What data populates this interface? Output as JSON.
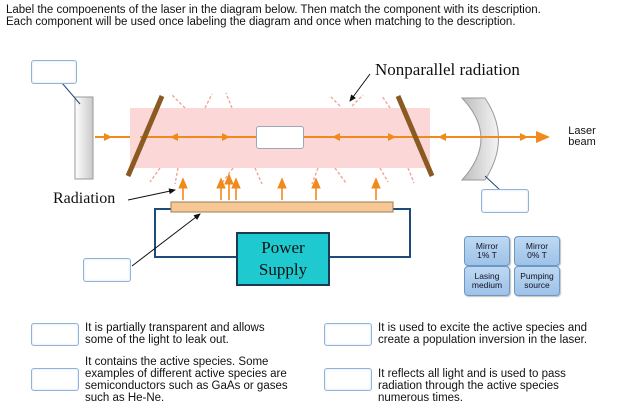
{
  "instructions": {
    "line1": "Label the compoenents of the laser in the diagram below. Then match the component with its description.",
    "line2": "Each component will be used once labeling the diagram and once when matching to the description."
  },
  "diagram_labels": {
    "nonparallel": "Nonparallel radiation",
    "radiation": "Radiation",
    "laser_beam_line1": "Laser",
    "laser_beam_line2": "beam",
    "power_line1": "Power",
    "power_line2": "Supply"
  },
  "answer_chips": [
    {
      "line1": "Mirror",
      "line2": "1% T"
    },
    {
      "line1": "Mirror",
      "line2": "0% T"
    },
    {
      "line1": "Lasing",
      "line2": "medium"
    },
    {
      "line1": "Pumping",
      "line2": "source"
    }
  ],
  "descriptions": [
    {
      "lines": [
        "It is partially transparent and allows",
        "some of the light to leak out."
      ]
    },
    {
      "lines": [
        "It contains the active species. Some",
        "examples of different active species are",
        "semiconductors such as GaAs or gases",
        "such as He-Ne."
      ]
    },
    {
      "lines": [
        "It is used to excite the active species and",
        "create a population inversion in the laser."
      ]
    },
    {
      "lines": [
        "It reflects all light and is used to pass",
        "radiation through the active species",
        "numerous times."
      ]
    }
  ],
  "colors": {
    "beam": "#f08a1c",
    "medium": "#fbd7d7",
    "mirror_bar": "#8b5a22",
    "pump_bar": "#f6c896",
    "power_fill": "#1ec9cf",
    "circuit": "#1f4b7a",
    "chip_fill": "#a9cbee"
  }
}
